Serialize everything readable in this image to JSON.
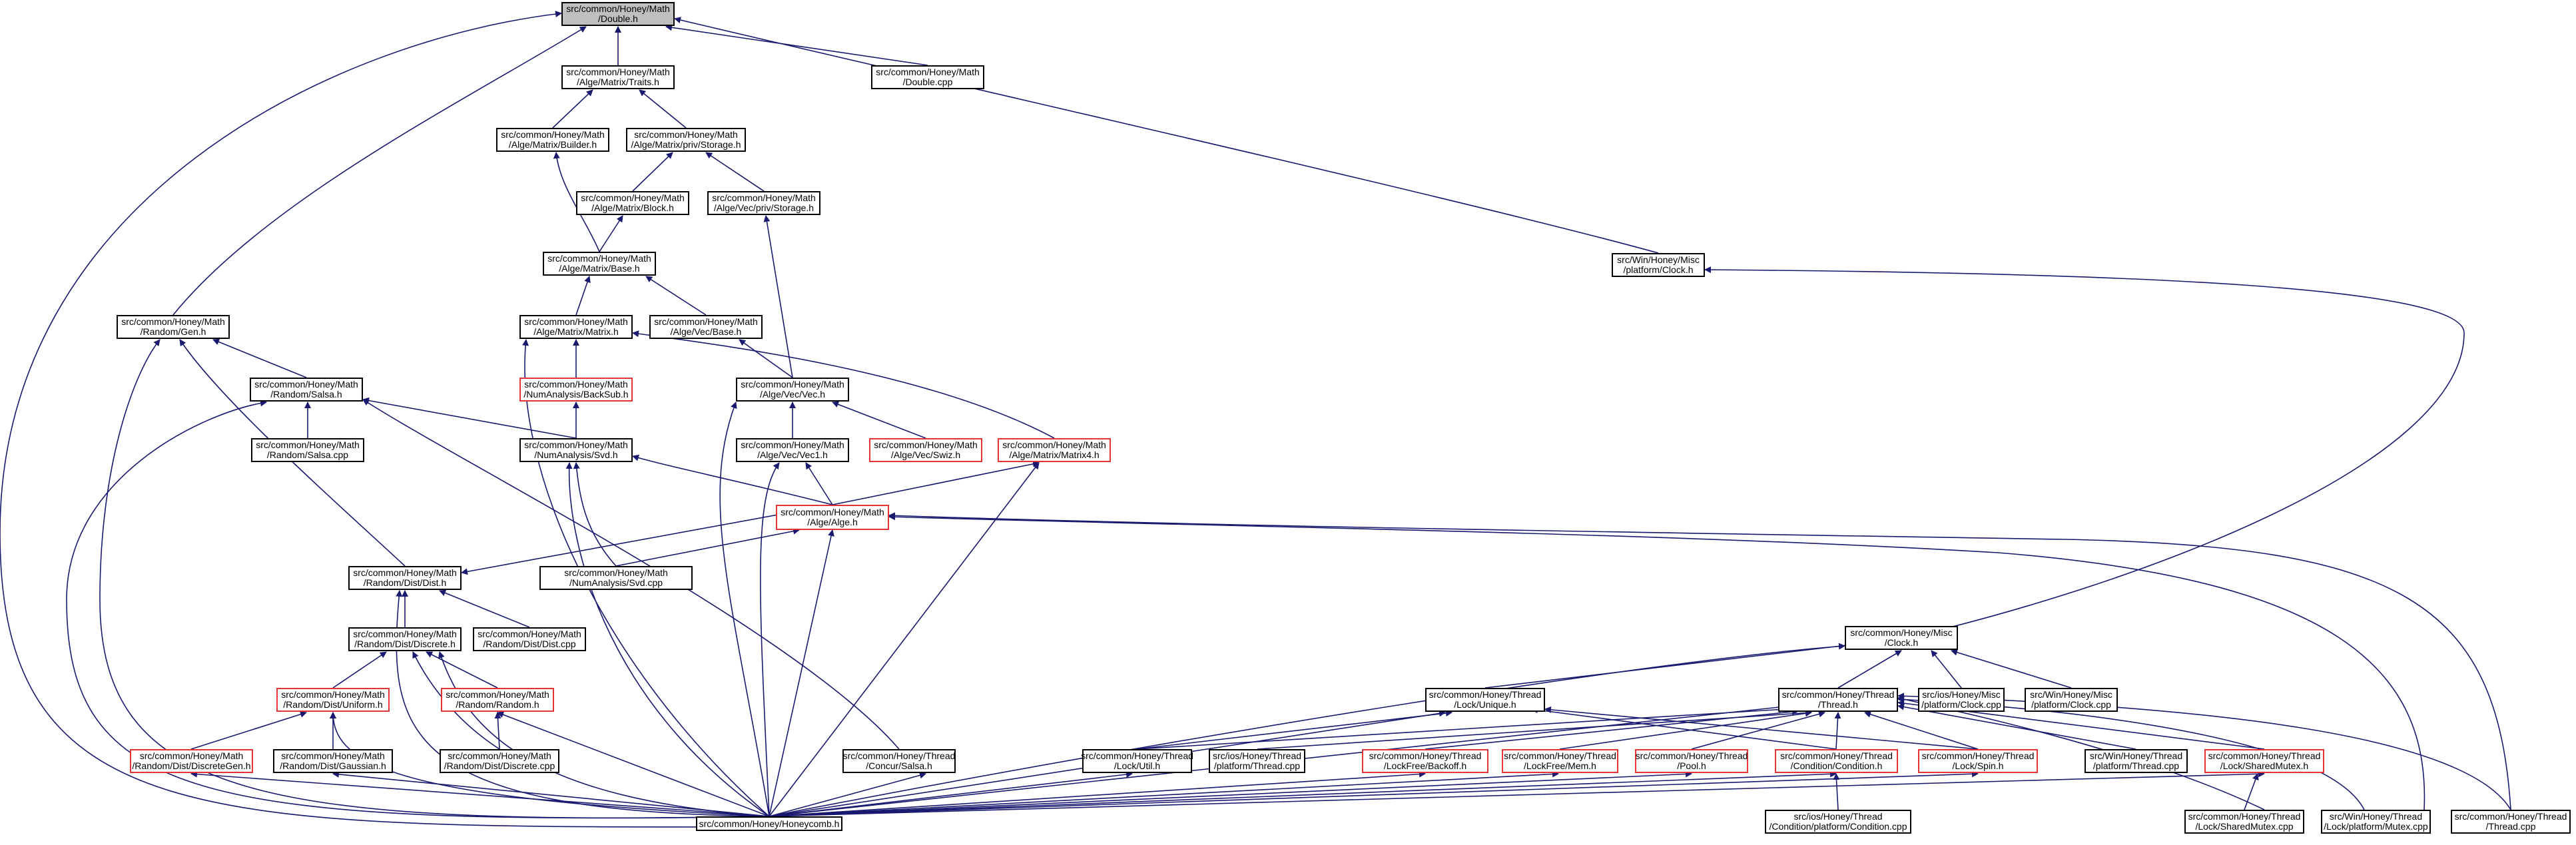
{
  "edge_color": "#191970",
  "node_border": "#000000",
  "highlight_border": "#e23434",
  "root_fill": "#bfbfbf",
  "nodes": {
    "double_h": {
      "l1": "src/common/Honey/Math",
      "l2": "/Double.h"
    },
    "traits_h": {
      "l1": "src/common/Honey/Math",
      "l2": "/Alge/Matrix/Traits.h"
    },
    "double_cpp": {
      "l1": "src/common/Honey/Math",
      "l2": "/Double.cpp"
    },
    "builder_h": {
      "l1": "src/common/Honey/Math",
      "l2": "/Alge/Matrix/Builder.h"
    },
    "mpriv_storage_h": {
      "l1": "src/common/Honey/Math",
      "l2": "/Alge/Matrix/priv/Storage.h"
    },
    "block_h": {
      "l1": "src/common/Honey/Math",
      "l2": "/Alge/Matrix/Block.h"
    },
    "vpriv_storage_h": {
      "l1": "src/common/Honey/Math",
      "l2": "/Alge/Vec/priv/Storage.h"
    },
    "mbase_h": {
      "l1": "src/common/Honey/Math",
      "l2": "/Alge/Matrix/Base.h"
    },
    "winclock_h": {
      "l1": "src/Win/Honey/Misc",
      "l2": "/platform/Clock.h"
    },
    "gen_h": {
      "l1": "src/common/Honey/Math",
      "l2": "/Random/Gen.h"
    },
    "matrix_h": {
      "l1": "src/common/Honey/Math",
      "l2": "/Alge/Matrix/Matrix.h"
    },
    "vbase_h": {
      "l1": "src/common/Honey/Math",
      "l2": "/Alge/Vec/Base.h"
    },
    "salsa_h": {
      "l1": "src/common/Honey/Math",
      "l2": "/Random/Salsa.h"
    },
    "backsub_h": {
      "l1": "src/common/Honey/Math",
      "l2": "/NumAnalysis/BackSub.h"
    },
    "vec_h": {
      "l1": "src/common/Honey/Math",
      "l2": "/Alge/Vec/Vec.h"
    },
    "salsa_cpp": {
      "l1": "src/common/Honey/Math",
      "l2": "/Random/Salsa.cpp"
    },
    "svd_h": {
      "l1": "src/common/Honey/Math",
      "l2": "/NumAnalysis/Svd.h"
    },
    "vec1_h": {
      "l1": "src/common/Honey/Math",
      "l2": "/Alge/Vec/Vec1.h"
    },
    "swiz_h": {
      "l1": "src/common/Honey/Math",
      "l2": "/Alge/Vec/Swiz.h"
    },
    "matrix4_h": {
      "l1": "src/common/Honey/Math",
      "l2": "/Alge/Matrix/Matrix4.h"
    },
    "alge_h": {
      "l1": "src/common/Honey/Math",
      "l2": "/Alge/Alge.h"
    },
    "dist_h": {
      "l1": "src/common/Honey/Math",
      "l2": "/Random/Dist/Dist.h"
    },
    "svd_cpp": {
      "l1": "src/common/Honey/Math",
      "l2": "/NumAnalysis/Svd.cpp"
    },
    "clock_h": {
      "l1": "src/common/Honey/Misc",
      "l2": "/Clock.h"
    },
    "discrete_h": {
      "l1": "src/common/Honey/Math",
      "l2": "/Random/Dist/Discrete.h"
    },
    "dist_cpp": {
      "l1": "src/common/Honey/Math",
      "l2": "/Random/Dist/Dist.cpp"
    },
    "unique_h": {
      "l1": "src/common/Honey/Thread",
      "l2": "/Lock/Unique.h"
    },
    "thread_h": {
      "l1": "src/common/Honey/Thread",
      "l2": "/Thread.h"
    },
    "iosclock_cpp": {
      "l1": "src/ios/Honey/Misc",
      "l2": "/platform/Clock.cpp"
    },
    "winclock_cpp": {
      "l1": "src/Win/Honey/Misc",
      "l2": "/platform/Clock.cpp"
    },
    "uniform_h": {
      "l1": "src/common/Honey/Math",
      "l2": "/Random/Dist/Uniform.h"
    },
    "random_h": {
      "l1": "src/common/Honey/Math",
      "l2": "/Random/Random.h"
    },
    "discretegen_h": {
      "l1": "src/common/Honey/Math",
      "l2": "/Random/Dist/DiscreteGen.h"
    },
    "gaussian_h": {
      "l1": "src/common/Honey/Math",
      "l2": "/Random/Dist/Gaussian.h"
    },
    "discrete_cpp": {
      "l1": "src/common/Honey/Math",
      "l2": "/Random/Dist/Discrete.cpp"
    },
    "concur_salsa_h": {
      "l1": "src/common/Honey/Thread",
      "l2": "/Concur/Salsa.h"
    },
    "util_h": {
      "l1": "src/common/Honey/Thread",
      "l2": "/Lock/Util.h"
    },
    "iosthread_cpp": {
      "l1": "src/ios/Honey/Thread",
      "l2": "/platform/Thread.cpp"
    },
    "backoff_h": {
      "l1": "src/common/Honey/Thread",
      "l2": "/LockFree/Backoff.h"
    },
    "mem_h": {
      "l1": "src/common/Honey/Thread",
      "l2": "/LockFree/Mem.h"
    },
    "pool_h": {
      "l1": "src/common/Honey/Thread",
      "l2": "/Pool.h"
    },
    "condition_h": {
      "l1": "src/common/Honey/Thread",
      "l2": "/Condition/Condition.h"
    },
    "spin_h": {
      "l1": "src/common/Honey/Thread",
      "l2": "/Lock/Spin.h"
    },
    "winthread_cpp": {
      "l1": "src/Win/Honey/Thread",
      "l2": "/platform/Thread.cpp"
    },
    "sharedmutex_h": {
      "l1": "src/common/Honey/Thread",
      "l2": "/Lock/SharedMutex.h"
    },
    "honeycomb_h": {
      "l1": "src/common/Honey/Honeycomb.h",
      "l2": ""
    },
    "ioscondition_cpp": {
      "l1": "src/ios/Honey/Thread",
      "l2": "/Condition/platform/Condition.cpp"
    },
    "sharedmutex_cpp": {
      "l1": "src/common/Honey/Thread",
      "l2": "/Lock/SharedMutex.cpp"
    },
    "winmutex_cpp": {
      "l1": "src/Win/Honey/Thread",
      "l2": "/Lock/platform/Mutex.cpp"
    },
    "thread_cpp": {
      "l1": "src/common/Honey/Thread",
      "l2": "/Thread.cpp"
    }
  }
}
